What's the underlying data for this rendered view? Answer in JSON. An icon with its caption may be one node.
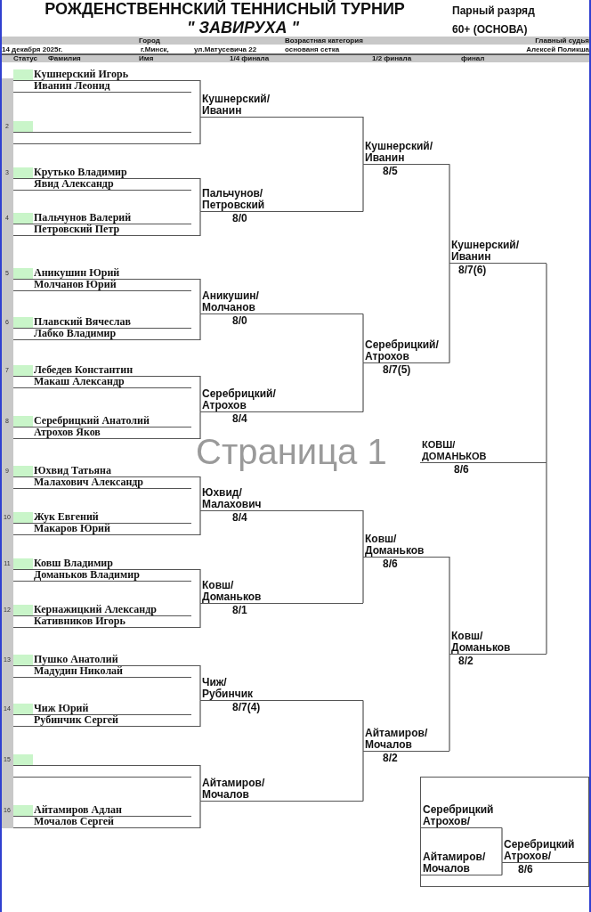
{
  "diagram": {
    "title": "РОЖДЕНСТВЕННСКИЙ ТЕННИСНЫЙ ТУРНИР",
    "nodes": [
      {
        "text": [
          "Кушнерский Игорь",
          "Иванин Леонид"
        ]
      },
      {
        "text": [],
        "shape": "box",
        "beside": [
          "2"
        ]
      },
      {
        "text": [
          "Крутько Владимир",
          "Явид Александр"
        ],
        "beside": [
          "3"
        ]
      },
      {
        "text": [
          "Пальчунов Валерий",
          "Петровский Петр"
        ],
        "beside": [
          "4"
        ]
      },
      {
        "text": [
          "Аникушин Юрий",
          "Молчанов Юрий"
        ],
        "beside": [
          "5"
        ]
      },
      {
        "text": [
          "Плавский Вячеслав",
          "Лабко Владимир"
        ],
        "beside": [
          "6"
        ]
      },
      {
        "text": [
          "Лебедев Константин",
          "Макаш Александр"
        ],
        "beside": [
          "7"
        ]
      },
      {
        "text": [
          "Серебрицкий Анатолий",
          "Атрохов Яков"
        ],
        "beside": [
          "8"
        ]
      },
      {
        "text": [
          "Юхвид Татьяна",
          "Малахович Александр"
        ],
        "beside": [
          "9"
        ]
      },
      {
        "text": [
          "Жук Евгений",
          "Макаров Юрий"
        ],
        "beside": [
          "10"
        ]
      },
      {
        "text": [
          "Ковш Владимир",
          "Доманьков Владимир"
        ],
        "beside": [
          "11"
        ]
      },
      {
        "text": [
          "Кернажицкий Александр",
          "Кативников Игорь"
        ],
        "beside": [
          "12"
        ]
      },
      {
        "text": [
          "Пушко Анатолий",
          "Мадудин Николай"
        ],
        "beside": [
          "13"
        ]
      },
      {
        "text": [
          "Чиж Юрий",
          "Рубинчик Сергей"
        ],
        "beside": [
          "14"
        ]
      },
      {
        "text": [],
        "shape": "box",
        "beside": [
          "15"
        ]
      },
      {
        "text": [
          "Айтамиров Адлан",
          "Мочалов Сергей"
        ],
        "beside": [
          "16"
        ]
      },
      {
        "text": [
          "Кушнерский/ Иванин"
        ]
      },
      {
        "text": [
          "Пальчунов/ Петровский"
        ],
        "beside": [
          "8/0"
        ]
      },
      {
        "text": [
          "Аникушин/ Молчанов"
        ],
        "beside": [
          "8/0"
        ]
      },
      {
        "text": [
          "Серебрицкий/ Атрохов"
        ],
        "beside": [
          "8/4"
        ]
      },
      {
        "text": [
          "Юхвид/ Малахович"
        ],
        "beside": [
          "8/4"
        ]
      },
      {
        "text": [
          "Ковш/ Доманьков"
        ],
        "beside": [
          "8/1"
        ]
      },
      {
        "text": [
          "Чиж/ Рубинчик"
        ],
        "beside": [
          "8/7(4)"
        ]
      },
      {
        "text": [
          "Айтамиров/ Мочалов"
        ]
      },
      {
        "text": [
          "Кушнерский/ Иванин"
        ],
        "beside": [
          "8/5"
        ]
      },
      {
        "text": [
          "Серебрицкий/ Атрохов"
        ],
        "beside": [
          "8/7(5)"
        ]
      },
      {
        "text": [
          "Ковш/ Доманьков"
        ],
        "beside": [
          "8/6"
        ]
      },
      {
        "text": [
          "Айтамиров/ Мочалов"
        ],
        "beside": [
          "8/2"
        ]
      },
      {
        "text": [
          "Кушнерский/ Иванин"
        ],
        "beside": [
          "8/7(6)"
        ]
      },
      {
        "text": [
          "Ковш/ Доманьков"
        ],
        "beside": [
          "8/2"
        ]
      },
      {
        "text": [
          "КОВШ/ ДОМАНЬКОВ"
        ],
        "beside": [
          "8/6"
        ]
      },
      {
        "text": [],
        "shape": "box"
      },
      {
        "text": [
          "Серебрицкий Атрохов/"
        ],
        "in": 31
      },
      {
        "text": [
          "Айтамиров/ Мочалов"
        ],
        "in": 31
      },
      {
        "text": [
          "Серебрицкий Атрохов/"
        ],
        "in": 31,
        "beside": [
          "8/6"
        ]
      }
    ],
    "edges": [
      {
        "from": 0,
        "to": 16,
        "arrow": "none"
      },
      {
        "from": 1,
        "to": 16,
        "arrow": "none"
      },
      {
        "from": 2,
        "to": 17,
        "arrow": "none"
      },
      {
        "from": 3,
        "to": 17,
        "arrow": "none"
      },
      {
        "from": 4,
        "to": 18,
        "arrow": "none"
      },
      {
        "from": 5,
        "to": 18,
        "arrow": "none"
      },
      {
        "from": 6,
        "to": 19,
        "arrow": "none"
      },
      {
        "from": 7,
        "to": 19,
        "arrow": "none"
      },
      {
        "from": 8,
        "to": 20,
        "arrow": "none"
      },
      {
        "from": 9,
        "to": 20,
        "arrow": "none"
      },
      {
        "from": 10,
        "to": 21,
        "arrow": "none"
      },
      {
        "from": 11,
        "to": 21,
        "arrow": "none"
      },
      {
        "from": 12,
        "to": 22,
        "arrow": "none"
      },
      {
        "from": 13,
        "to": 22,
        "arrow": "none"
      },
      {
        "from": 14,
        "to": 23,
        "arrow": "none"
      },
      {
        "from": 15,
        "to": 23,
        "arrow": "none"
      },
      {
        "from": 16,
        "to": 24,
        "arrow": "none"
      },
      {
        "from": 17,
        "to": 24,
        "arrow": "none"
      },
      {
        "from": 18,
        "to": 25,
        "arrow": "none"
      },
      {
        "from": 19,
        "to": 25,
        "arrow": "none"
      },
      {
        "from": 20,
        "to": 26,
        "arrow": "none"
      },
      {
        "from": 21,
        "to": 26,
        "arrow": "none"
      },
      {
        "from": 22,
        "to": 27,
        "arrow": "none"
      },
      {
        "from": 23,
        "to": 27,
        "arrow": "none"
      },
      {
        "from": 24,
        "to": 28,
        "arrow": "none"
      },
      {
        "from": 25,
        "to": 28,
        "arrow": "none"
      },
      {
        "from": 26,
        "to": 29,
        "arrow": "none"
      },
      {
        "from": 27,
        "to": 29,
        "arrow": "none"
      },
      {
        "from": 28,
        "to": 30,
        "arrow": "none"
      },
      {
        "from": 29,
        "to": 30,
        "arrow": "none"
      },
      {
        "from": 32,
        "to": 34,
        "arrow": "none"
      },
      {
        "from": 33,
        "to": 34,
        "arrow": "none"
      }
    ],
    "labels": [
      "\" ЗАВИРУХА \"",
      "Парный разряд",
      "60+ (ОСНОВА)",
      "Город",
      "Возрастная категория",
      "Главный судья",
      "14 декабря 2025г.",
      "г.Минск,",
      "ул.Матусевича 22",
      "основаня сетка",
      "Алексей Поликша",
      "Статус",
      "Фамилия",
      "Имя",
      "1/4 финала",
      "1/2 финала",
      "финал",
      "Страница 1"
    ]
  }
}
